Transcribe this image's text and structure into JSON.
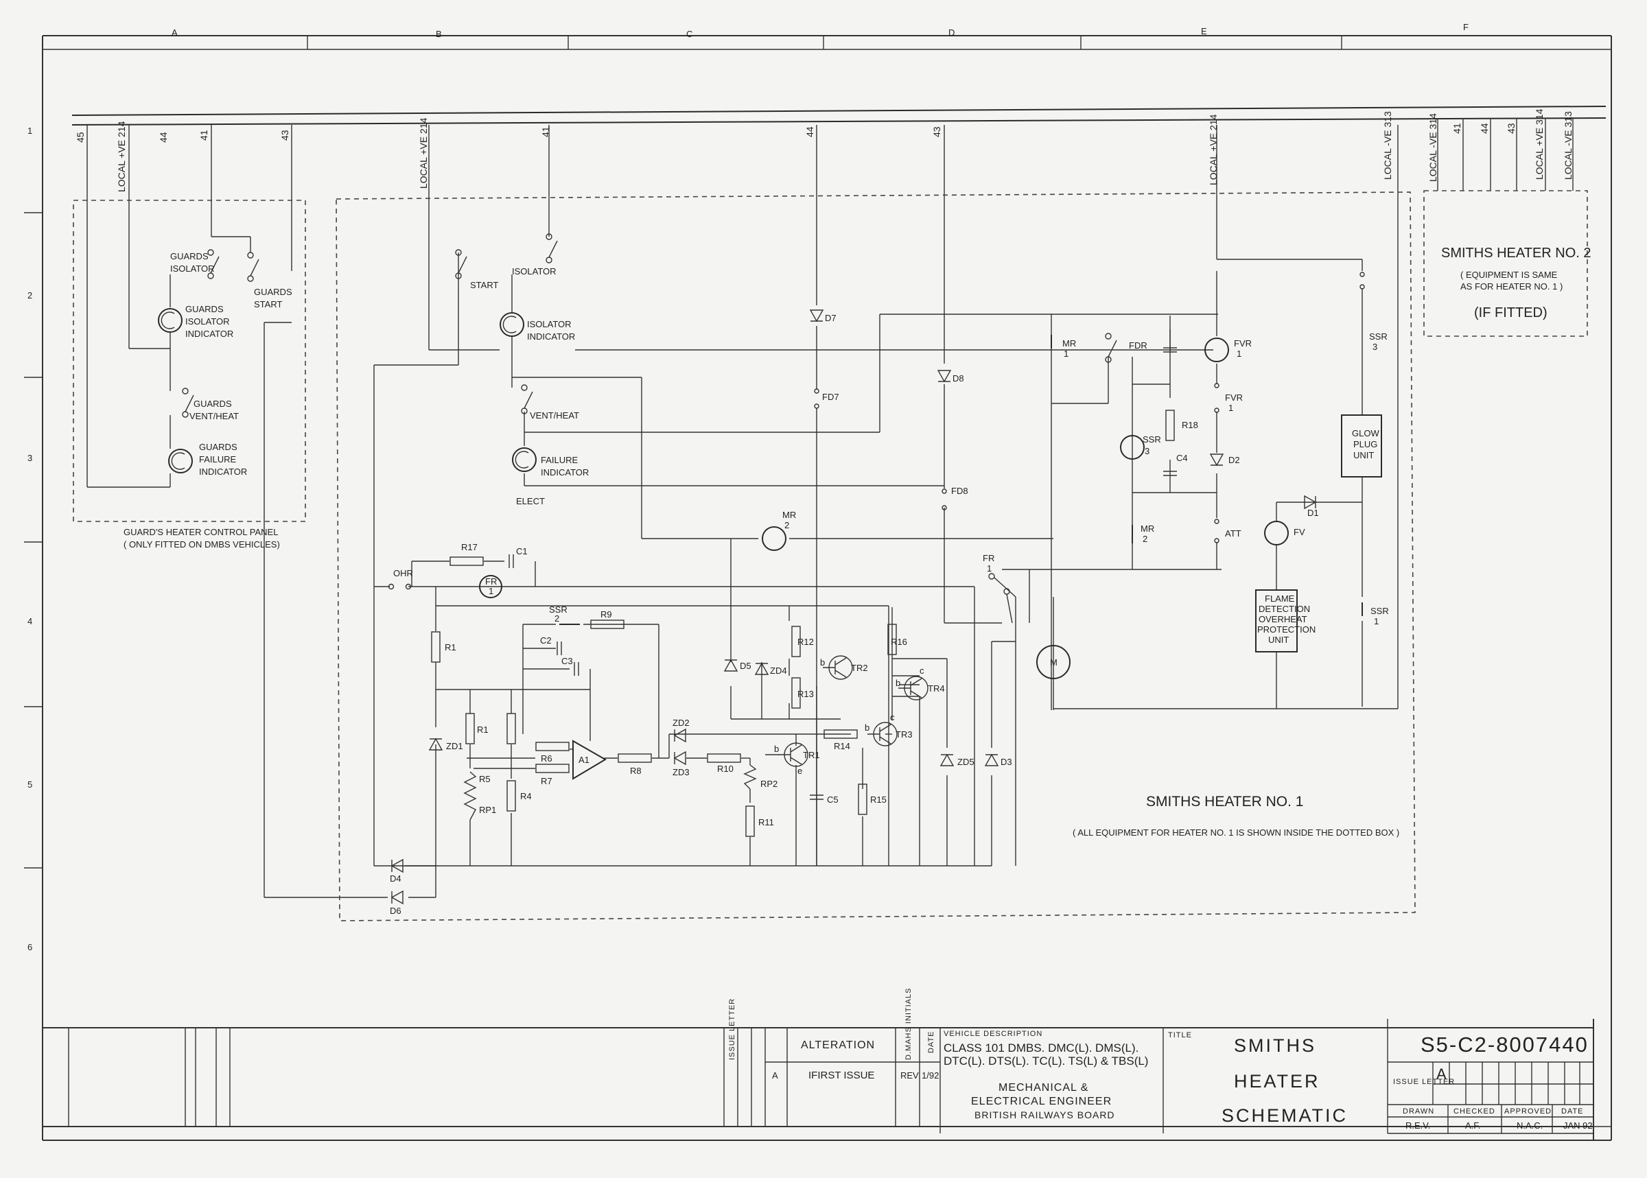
{
  "zones": {
    "columns": [
      "A",
      "B",
      "C",
      "D",
      "E",
      "F"
    ],
    "rows": [
      "1",
      "2",
      "3",
      "4",
      "5",
      "6"
    ]
  },
  "top_wires": {
    "left": [
      "45",
      "LOCAL +VE 214",
      "44",
      "41",
      "43"
    ],
    "mid": [
      "LOCAL +VE 214",
      "41",
      "44",
      "43",
      "LOCAL +VE 214",
      "LOCAL -VE 313"
    ],
    "right": [
      "LOCAL -VE 314",
      "41",
      "44",
      "43",
      "LOCAL +VE 314",
      "LOCAL -VE 313"
    ]
  },
  "guards_panel": {
    "isolator": [
      "GUARDS",
      "ISOLATOR"
    ],
    "start": [
      "GUARDS",
      "START"
    ],
    "isolator_indicator": [
      "GUARDS",
      "ISOLATOR",
      "INDICATOR"
    ],
    "vent_heat": [
      "GUARDS",
      "VENT/HEAT"
    ],
    "failure_indicator": [
      "GUARDS",
      "FAILURE",
      "INDICATOR"
    ],
    "caption": [
      "GUARD'S HEATER CONTROL PANEL",
      "( ONLY FITTED ON DMBS VEHICLES)"
    ]
  },
  "heater1": {
    "start": "START",
    "isolator": "ISOLATOR",
    "isolator_indicator": [
      "ISOLATOR",
      "INDICATOR"
    ],
    "vent_heat": "VENT/HEAT",
    "failure_indicator": [
      "FAILURE",
      "INDICATOR"
    ],
    "elect": "ELECT",
    "title": "SMITHS HEATER NO. 1",
    "note": "( ALL EQUIPMENT FOR HEATER NO. 1 IS SHOWN INSIDE THE DOTTED BOX )",
    "components": {
      "r17": "R17",
      "c1": "C1",
      "ohr": "OHR",
      "fr": "FR",
      "fr_den": "1",
      "ssr": "SSR",
      "ssr_den": "2",
      "r9": "R9",
      "c2": "C2",
      "c3": "C3",
      "r1": "R1",
      "r1b": "R1",
      "zd1": "ZD1",
      "r5": "R5",
      "rp1": "RP1",
      "r6": "R6",
      "r7": "R7",
      "r4": "R4",
      "a1": "A1",
      "r8": "R8",
      "zd2": "ZD2",
      "zd3": "ZD3",
      "r10": "R10",
      "rp2": "RP2",
      "r11": "R11",
      "d5": "D5",
      "zd4": "ZD4",
      "r12": "R12",
      "r13": "R13",
      "tr2": "TR2",
      "tr1": "TR1",
      "c5": "C5",
      "r14": "R14",
      "tr3": "TR3",
      "r15": "R15",
      "r16": "R16",
      "tr4": "TR4",
      "zd5": "ZD5",
      "d3": "D3",
      "d4": "D4",
      "d6": "D6",
      "d7": "D7",
      "fd7": "FD7",
      "d8": "D8",
      "fd8": "FD8",
      "mr": "MR",
      "mr_den": "2",
      "mr_den1": "1",
      "fdr": "FDR",
      "r18": "R18",
      "c4": "C4",
      "ssr3": "SSR",
      "ssr3_den": "3",
      "fvr": "FVR",
      "fvr_den": "1",
      "d2": "D2",
      "att": "ATT",
      "fv": "FV",
      "d1": "D1",
      "motor": "M",
      "glow": [
        "GLOW",
        "PLUG",
        "UNIT"
      ],
      "flame": [
        "FLAME",
        "DETECTION",
        "OVERHEAT",
        "PROTECTION",
        "UNIT"
      ],
      "ssr1": "SSR",
      "ssr1_den": "1",
      "b": "b",
      "c": "c",
      "e": "e"
    }
  },
  "heater2": {
    "title": "SMITHS HEATER NO. 2",
    "note": [
      "( EQUIPMENT IS SAME",
      "AS FOR HEATER NO. 1 )"
    ],
    "fitted": "(IF FITTED)"
  },
  "title_block": {
    "issue_letter_hdr": "ISSUE LETTER",
    "alteration_hdr": "ALTERATION",
    "initials_hdr": "D.MAHS INITIALS",
    "date_hdr": "DATE",
    "row": {
      "issue": "A",
      "alteration": "IFIRST ISSUE",
      "initials": "REV",
      "date": "1/92"
    },
    "vehicle_hdr": "VEHICLE DESCRIPTION",
    "vehicle": [
      "CLASS 101 DMBS. DMC(L). DMS(L).",
      "DTC(L). DTS(L). TC(L). TS(L) & TBS(L)"
    ],
    "dept": [
      "MECHANICAL &",
      "ELECTRICAL ENGINEER",
      "BRITISH RAILWAYS BOARD"
    ],
    "title_hdr": "TITLE",
    "title": [
      "SMITHS",
      "HEATER",
      "SCHEMATIC"
    ],
    "drawing_no": "S5-C2-8007440",
    "issue_hdr": "ISSUE LETTER",
    "issue_val": "A",
    "drawn_hdr": "DRAWN",
    "checked_hdr": "CHECKED",
    "approved_hdr": "APPROVED",
    "date2_hdr": "DATE",
    "drawn": "R.E.V.",
    "checked": "A.F.",
    "approved": "N.A.C.",
    "date2": "JAN 92"
  }
}
